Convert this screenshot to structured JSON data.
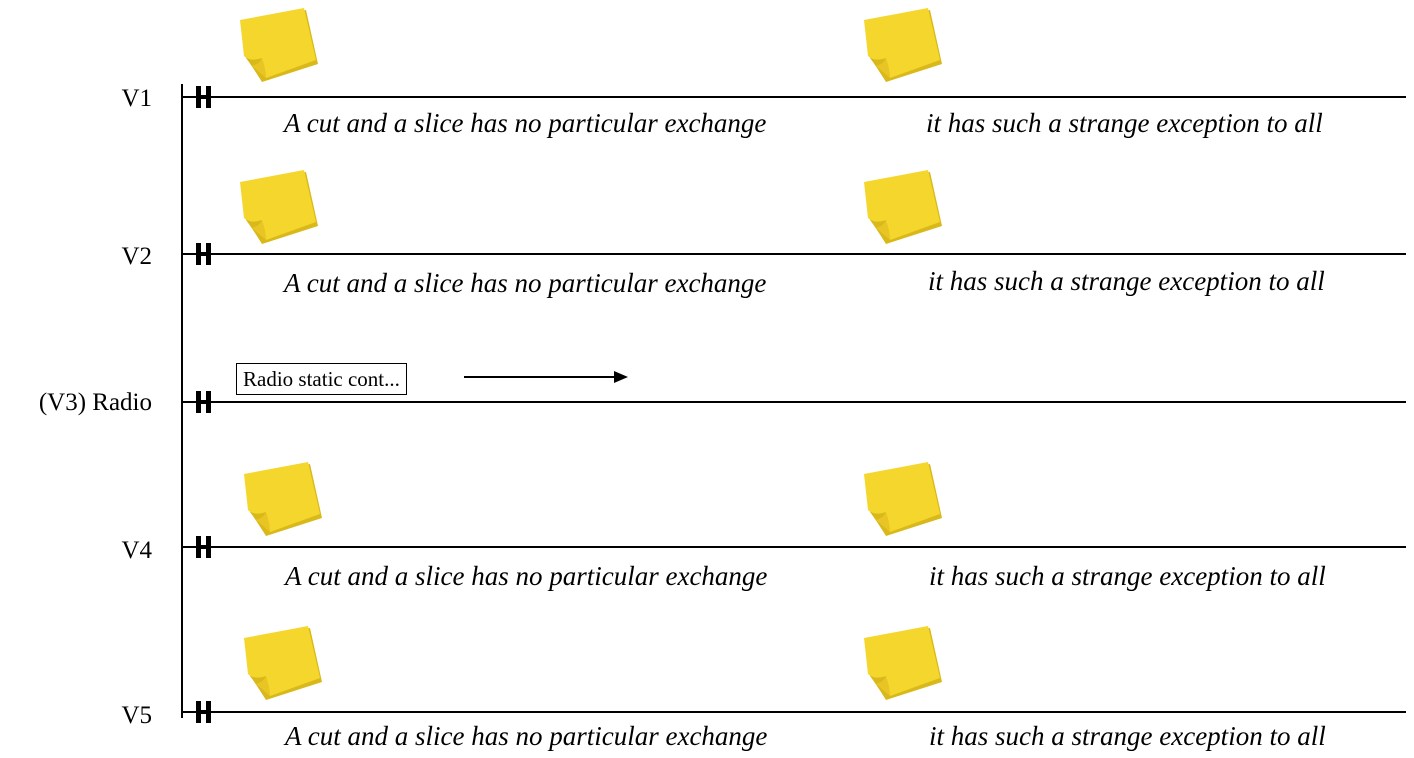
{
  "tracks": [
    {
      "label": "V1",
      "captions": [
        "A cut and a slice has no particular exchange",
        "it has such a strange exception to all"
      ]
    },
    {
      "label": "V2",
      "captions": [
        "A cut and a slice has no particular exchange",
        "it has such a strange exception to all"
      ]
    },
    {
      "label": "(V3) Radio",
      "clip": "Radio static cont..."
    },
    {
      "label": "V4",
      "captions": [
        "A cut and a slice has no particular exchange",
        "it has such a strange exception to all"
      ]
    },
    {
      "label": "V5",
      "captions": [
        "A cut and a slice has no particular exchange",
        "it has such a strange exception to all"
      ]
    }
  ],
  "icons": {
    "note": "sticky-note-icon",
    "marker": "double-bar-marker-icon",
    "arrow": "right-arrow-icon"
  },
  "colors": {
    "note": "#f5d62c",
    "note_shadow": "#d9b81a",
    "line": "#000000"
  }
}
